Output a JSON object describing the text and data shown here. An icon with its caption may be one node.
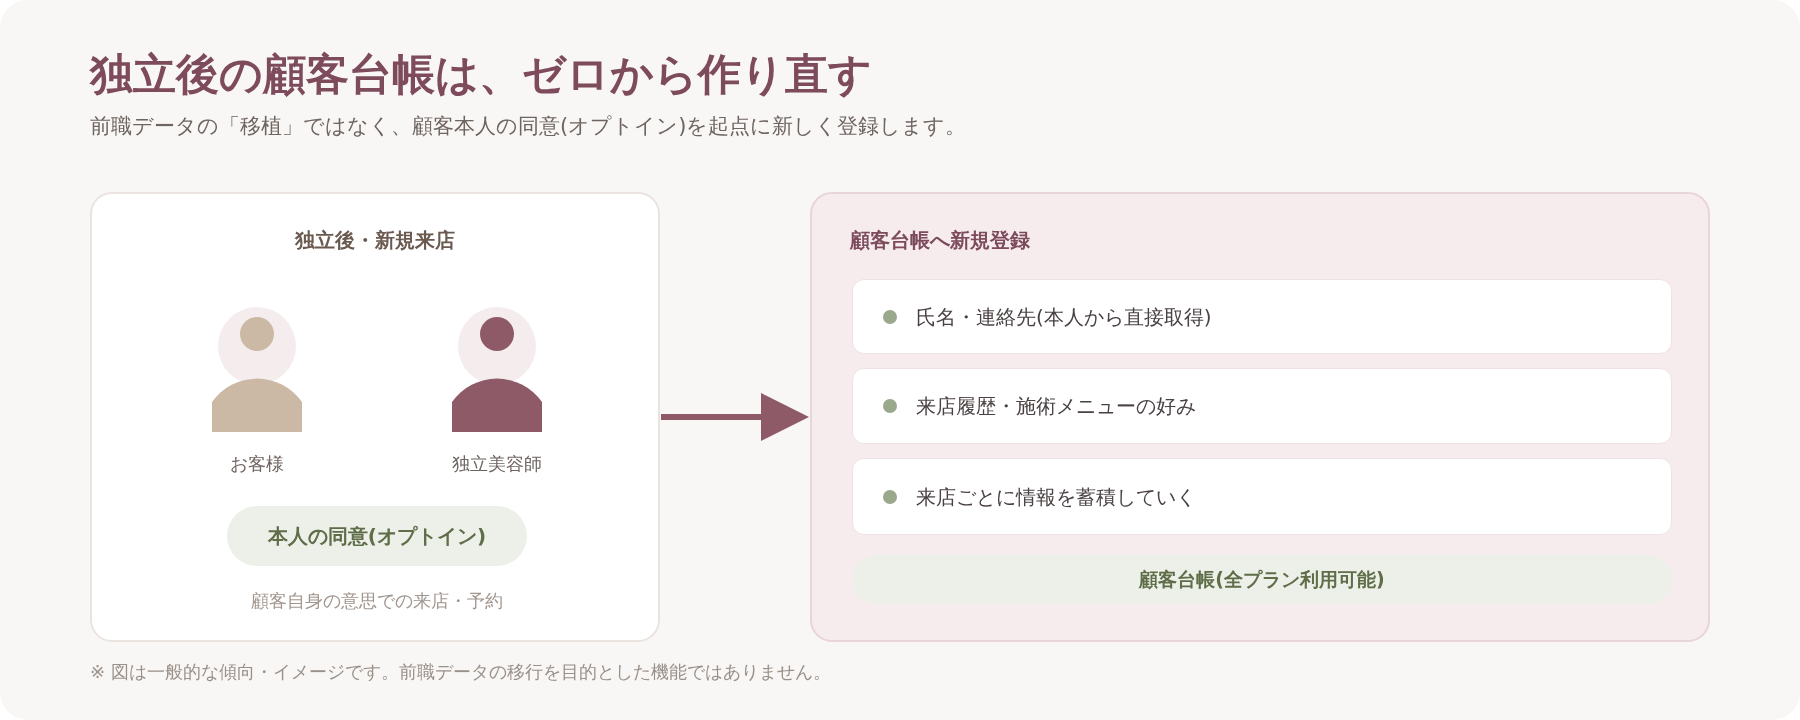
{
  "diagram": {
    "title": "独立後の顧客台帳は、ゼロから作り直す",
    "caption": "※ 図は一般的な傾向・イメージです。前職データの移行を目的とした機能ではありません。",
    "nodes": [
      {
        "text": [
          "独立後・新規来店"
        ]
      },
      {
        "text": [
          "お客様"
        ],
        "in": 0
      },
      {
        "text": [
          "独立美容師"
        ],
        "in": 0
      },
      {
        "text": [
          "本人の同意(オプトイン)"
        ],
        "in": 0,
        "beside": [
          "顧客自身の意思での来店・予約"
        ]
      },
      {
        "text": [
          "顧客台帳へ新規登録"
        ]
      },
      {
        "text": [
          "氏名・連絡先(本人から直接取得)"
        ],
        "in": 4
      },
      {
        "text": [
          "来店履歴・施術メニューの好み"
        ],
        "in": 4
      },
      {
        "text": [
          "来店ごとに情報を蓄積していく"
        ],
        "in": 4
      },
      {
        "text": [
          "顧客台帳(全プラン利用可能)"
        ],
        "in": 4
      }
    ],
    "edges": [
      {
        "from": 0,
        "to": 4,
        "arrow": "to"
      }
    ],
    "labels": [
      "前職データの「移植」ではなく、顧客本人の同意(オプトイン)を起点に新しく登録します。"
    ]
  }
}
